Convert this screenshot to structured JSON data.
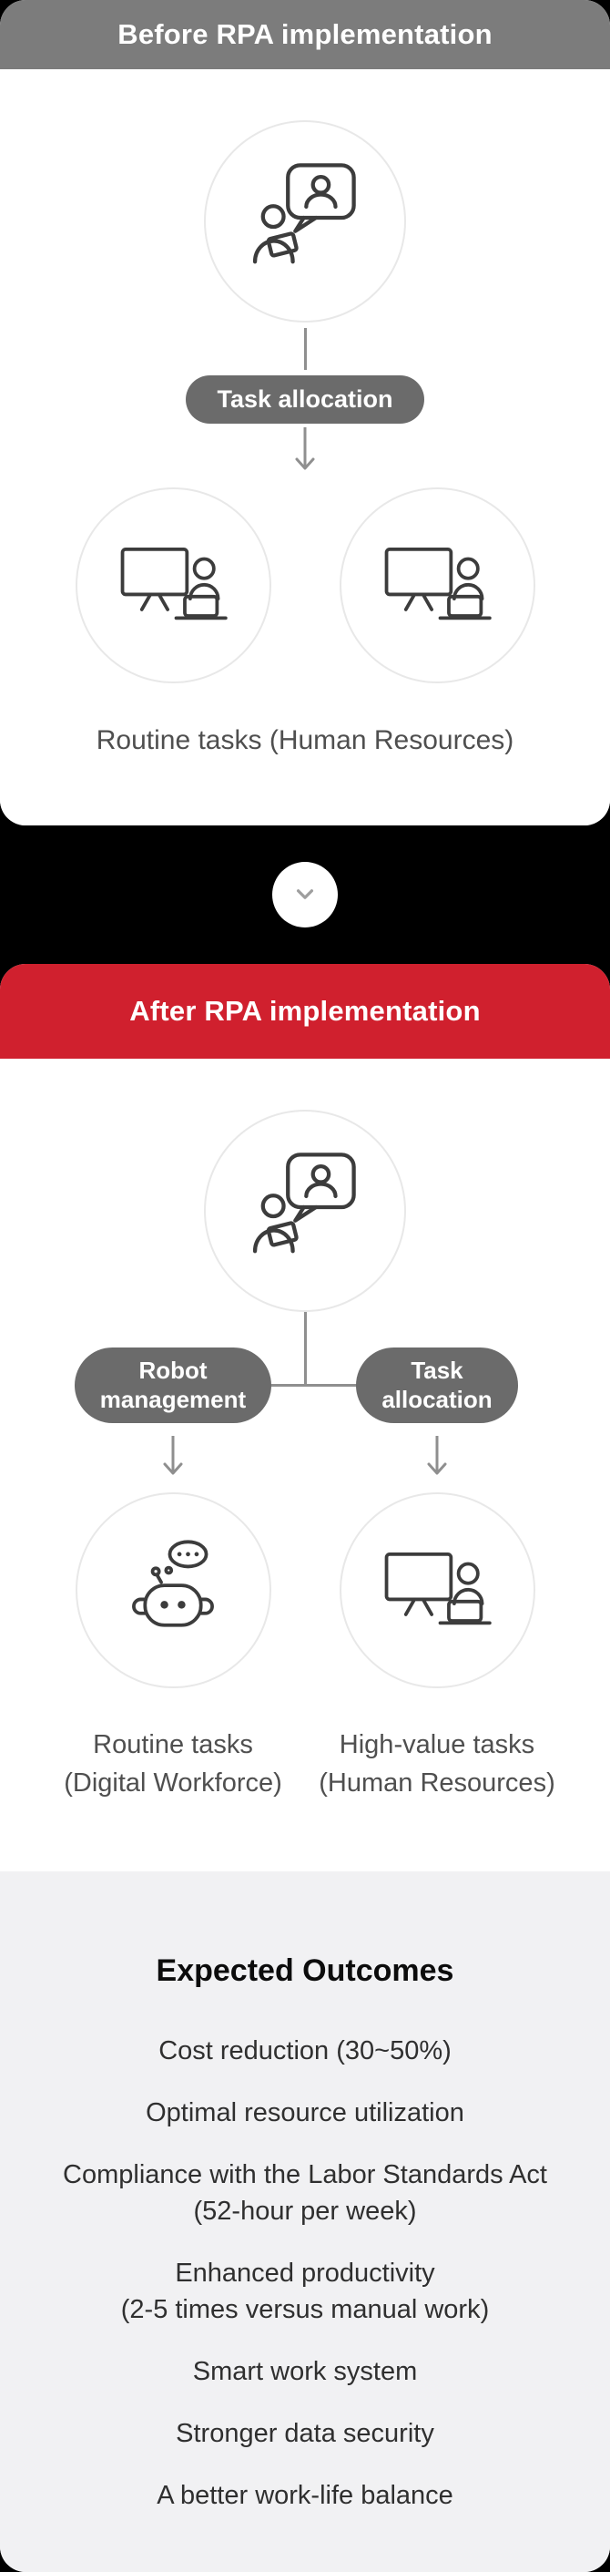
{
  "colors": {
    "gray_header": "#7c7c7c",
    "red_header": "#d0202e",
    "pill": "#6b6b6b",
    "line": "#8f8f8f",
    "outcomes_bg": "#f1f1f3"
  },
  "before": {
    "header": "Before RPA implementation",
    "pill": "Task allocation",
    "caption": "Routine tasks (Human Resources)"
  },
  "after": {
    "header": "After RPA implementation",
    "pill_left": "Robot\nmanagement",
    "pill_right": "Task\nallocation",
    "caption_left": "Routine tasks\n(Digital Workforce)",
    "caption_right": "High-value tasks\n(Human Resources)"
  },
  "outcomes": {
    "title": "Expected Outcomes",
    "items": [
      "Cost reduction (30~50%)",
      "Optimal resource utilization",
      "Compliance with the Labor Standards Act\n(52-hour per week)",
      "Enhanced productivity\n(2-5 times versus manual work)",
      "Smart work system",
      "Stronger data security",
      "A better work-life balance"
    ]
  }
}
